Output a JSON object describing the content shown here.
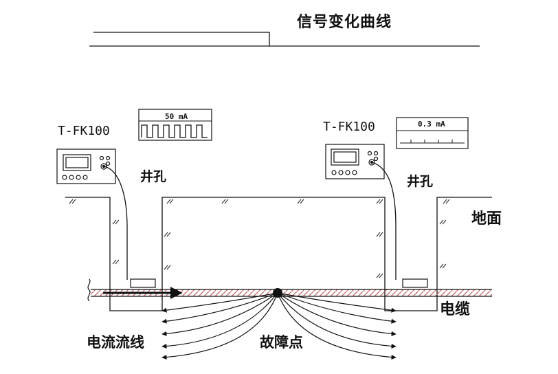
{
  "title": "信号变化曲线",
  "devices": [
    {
      "model": "T-FK100",
      "signal_reading": "50 mA"
    },
    {
      "model": "T-FK100",
      "signal_reading": "0.3 mA"
    }
  ],
  "labels": {
    "well_hole_left": "井孔",
    "well_hole_right": "井孔",
    "ground": "地面",
    "cable": "电缆",
    "current_flow_lines": "电流流线",
    "fault_point": "故障点"
  }
}
